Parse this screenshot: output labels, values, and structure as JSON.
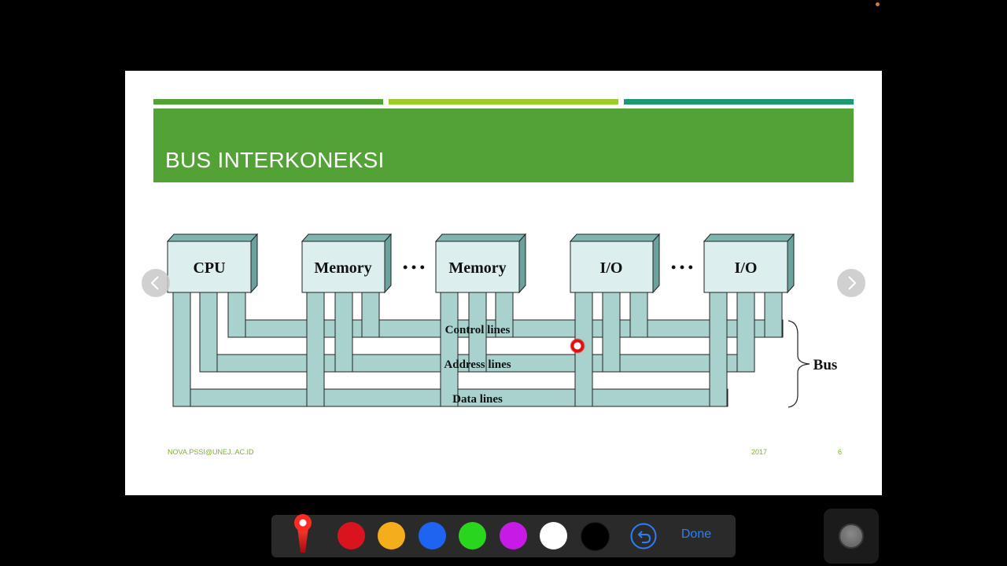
{
  "slide": {
    "title": "BUS INTERKONEKSI",
    "footer_email": "NOVA.PSSI@UNEJ..AC.ID",
    "footer_year": "2017",
    "footer_page": "6"
  },
  "diagram": {
    "modules": [
      "CPU",
      "Memory",
      "Memory",
      "I/O",
      "I/O"
    ],
    "ellipses": [
      "• • •",
      "• • •"
    ],
    "lines": [
      "Control lines",
      "Address lines",
      "Data lines"
    ],
    "bus_label": "Bus"
  },
  "toolbar": {
    "colors": [
      "#d9141f",
      "#f5ae1b",
      "#1f64f0",
      "#2ad51f",
      "#c81ae6",
      "#ffffff",
      "#000000"
    ],
    "pen_icon": "laser-pointer-icon",
    "undo_icon": "undo-icon",
    "done_label": "Done"
  },
  "accents": {
    "green": "#52a236",
    "lime": "#9ccb2b",
    "teal": "#1e9874",
    "bus_fill": "#a9d1ce"
  }
}
